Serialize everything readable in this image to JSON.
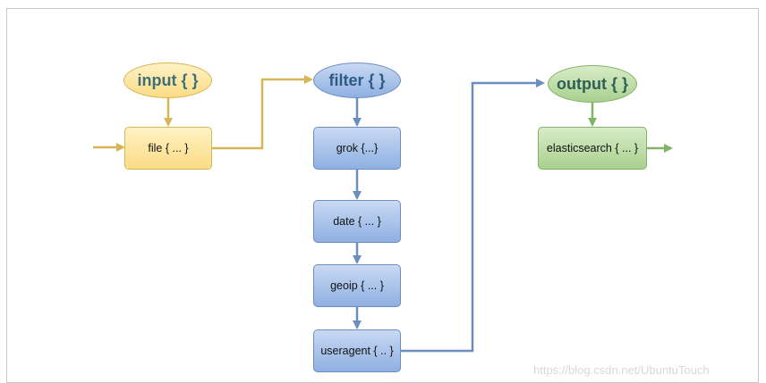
{
  "colors": {
    "input_stroke": "#d6b656",
    "filter_stroke": "#6c8ebf",
    "output_stroke": "#82b366"
  },
  "nodes": {
    "input_label": "input { }",
    "filter_label": "filter { }",
    "output_label": "output { }",
    "file_label": "file { ... }",
    "grok_label": "grok {...}",
    "date_label": "date { ... }",
    "geoip_label": "geoip { ... }",
    "useragent_label": "useragent { .. }",
    "elasticsearch_label": "elasticsearch { ... }"
  },
  "watermark": "https://blog.csdn.net/UbuntuTouch"
}
